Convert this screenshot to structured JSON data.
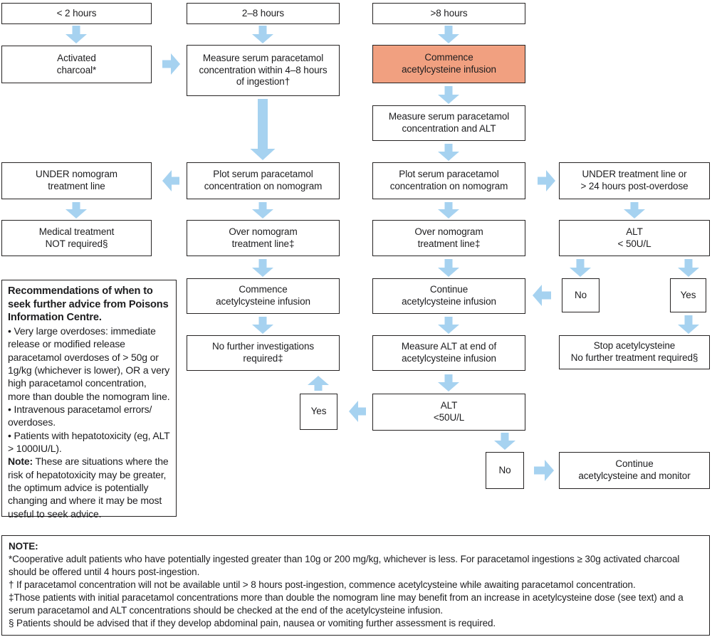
{
  "flowchart": {
    "colors": {
      "arrow_blue": "#a6d2f0",
      "highlight_orange": "#f1a080",
      "box_border": "#262323"
    },
    "nodes": {
      "time_lt2h": "< 2 hours",
      "time_2_8h": "2–8 hours",
      "time_gt8h": ">8 hours",
      "activated_charcoal": "Activated\ncharcoal*",
      "measure_4_8h": "Measure serum paracetamol\nconcentration within 4–8 hours\nof ingestion†",
      "commence_infusion_gt8h": "Commence\nacetylcysteine infusion",
      "measure_alt": "Measure serum paracetamol\nconcentration and ALT",
      "under_nomogram": "UNDER nomogram\ntreatment line",
      "plot_mid": "Plot serum paracetamol\nconcentration on nomogram",
      "plot_right": "Plot serum paracetamol\nconcentration on nomogram",
      "under_treatment_24h": "UNDER treatment line or\n> 24 hours post-overdose",
      "medical_not_required": "Medical treatment\nNOT required§",
      "over_line_mid": "Over nomogram\ntreatment line‡",
      "over_line_right": "Over nomogram\ntreatment line‡",
      "alt_lt50_right": "ALT\n< 50U/L",
      "commence_infusion_mid": "Commence\nacetylcysteine infusion",
      "continue_infusion": "Continue\nacetylcysteine infusion",
      "no_right": "No",
      "yes_right": "Yes",
      "no_further_investigations": "No further investigations\nrequired‡",
      "measure_alt_end": "Measure ALT at end of\nacetylcysteine infusion",
      "stop_acetylcysteine": "Stop acetylcysteine\nNo further treatment required§",
      "yes_mid": "Yes",
      "alt_lt50_mid": "ALT\n<50U/L",
      "no_mid": "No",
      "continue_monitor": "Continue\nacetylcysteine and monitor"
    },
    "advice_box": {
      "heading": "Recommendations of when to seek further advice from Poisons Information Centre.",
      "bullets": [
        "• Very large overdoses: immediate release or modified release paracetamol overdoses of > 50g or 1g/kg (whichever is lower), OR a very high paracetamol concentration, more than double the nomogram line.",
        "• Intravenous paracetamol errors/ overdoses.",
        "• Patients with hepatotoxicity (eg, ALT > 1000IU/L)."
      ],
      "note_label": "Note:",
      "note_text": "These are situations where the risk of hepatotoxicity may be greater, the optimum advice is potentially changing and where it may be most useful to seek advice."
    },
    "note_box": {
      "label": "NOTE:",
      "footnotes": [
        "*Cooperative adult patients who have potentially ingested greater than 10g or 200 mg/kg, whichever is less. For paracetamol ingestions ≥ 30g activated charcoal should be offered until 4 hours post-ingestion.",
        "† If paracetamol concentration will not be available until > 8 hours post-ingestion, commence acetylcysteine while awaiting paracetamol concentration.",
        "‡Those patients with initial paracetamol concentrations more than double the nomogram line may benefit from an increase in acetylcysteine dose (see text) and a serum paracetamol and ALT concentrations should be checked at the end of the acetylcysteine infusion.",
        "§ Patients should be advised that if they develop abdominal pain, nausea or vomiting further assessment is required."
      ]
    }
  }
}
